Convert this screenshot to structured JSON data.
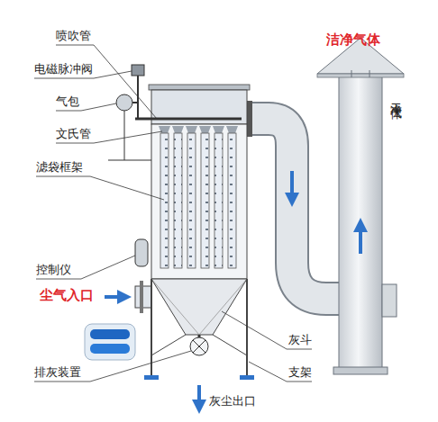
{
  "diagram": {
    "labels": [
      "喷吹管",
      "电磁脉冲阀",
      "气包",
      "文氏管",
      "滤袋框架",
      "控制仪",
      "尘气入口",
      "排灰装置",
      "灰斗",
      "支架",
      "灰尘出口",
      "洁净气体",
      "干净气体"
    ]
  }
}
